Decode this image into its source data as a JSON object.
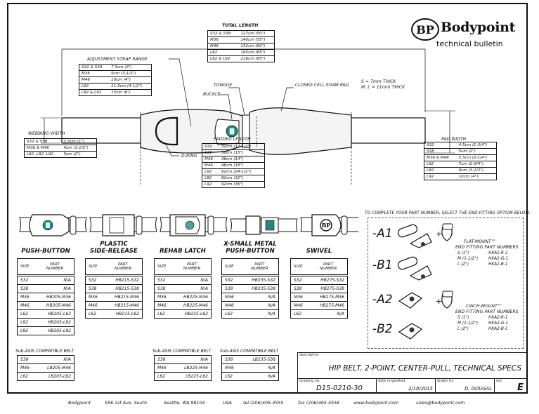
{
  "brand": {
    "name": "Bodypoint",
    "registered": "®",
    "subtitle": "technical bulletin",
    "logo_mark": "BP"
  },
  "diagram": {
    "labels": {
      "total_length": "TOTAL LENGTH",
      "adjustment_strap_range": "ADJUSTMENT STRAP RANGE",
      "tongue": "TONGUE",
      "buckle": "BUCKLE",
      "closed_cell_foam_pad": "CLOSED CELL FOAM PAD",
      "thickness_s": "S = 7mm THICK",
      "thickness_ml": "M, L = 11mm THICK",
      "d_ring": "D-RING",
      "webbing_width": "WEBBING WIDTH",
      "padded_length": "PADDED LENGTH",
      "pad_width": "PAD WIDTH"
    },
    "total_length": [
      {
        "size": "S32 & S38",
        "value": "127cm (50\")"
      },
      {
        "size": "M36",
        "value": "140cm (55\")"
      },
      {
        "size": "M46",
        "value": "152cm (60\")"
      },
      {
        "size": "L62",
        "value": "165cm (65\")"
      },
      {
        "size": "L82 & L92",
        "value": "216cm (85\")"
      }
    ],
    "adjustment_strap_range": [
      {
        "size": "S32 & S38",
        "value": "7.5cm (3\")"
      },
      {
        "size": "M36",
        "value": "9cm (3-1/2\")"
      },
      {
        "size": "M46",
        "value": "10cm (4\")"
      },
      {
        "size": "L62",
        "value": "11.5cm (4-1/2\")"
      },
      {
        "size": "L82 & L92",
        "value": "15cm (6\")"
      }
    ],
    "webbing_width": [
      {
        "size": "S32 & S38",
        "value": "2.5cm (1\")"
      },
      {
        "size": "M36 & M46",
        "value": "4cm (1-1/2\")"
      },
      {
        "size": "L62, L82, L92",
        "value": "5cm (2\")"
      }
    ],
    "padded_length": [
      {
        "size": "S32",
        "value": "32cm (12-1/2\")"
      },
      {
        "size": "S38",
        "value": "38cm (15\")"
      },
      {
        "size": "M36",
        "value": "36cm (14\")"
      },
      {
        "size": "M46",
        "value": "46cm (18\")"
      },
      {
        "size": "L62",
        "value": "62cm (24-1/2\")"
      },
      {
        "size": "L82",
        "value": "82cm (32\")"
      },
      {
        "size": "L92",
        "value": "92cm (36\")"
      }
    ],
    "pad_width": [
      {
        "size": "S32",
        "value": "4.5cm (1-3/4\")"
      },
      {
        "size": "S38",
        "value": "5cm (2\")"
      },
      {
        "size": "M36 & M46",
        "value": "5.5cm (2-1/4\")"
      },
      {
        "size": "L62",
        "value": "7cm (2-3/4\")"
      },
      {
        "size": "L82",
        "value": "9cm (3-1/2\")"
      },
      {
        "size": "L92",
        "value": "10cm (4\")"
      }
    ],
    "accent_color": "#1f8a80"
  },
  "buckles": {
    "header_size": "SIZE",
    "header_part_1": "PART",
    "header_part_2": "NUMBER",
    "sub_asis_title": "Sub-ASIS COMPATIBLE BELT",
    "types": [
      {
        "title1": "",
        "title2": "PUSH-BUTTON",
        "rows": [
          [
            "S32",
            "N/A"
          ],
          [
            "S38",
            "N/A"
          ],
          [
            "M36",
            "HB205-M36"
          ],
          [
            "M46",
            "HB205-M46"
          ],
          [
            "L62",
            "HB205-L62"
          ],
          [
            "L82",
            "HB205-L82"
          ],
          [
            "L92",
            "HB205-L92"
          ]
        ],
        "sub_asis": [
          [
            "S38",
            "N/A"
          ],
          [
            "M46",
            "LB205-M46"
          ],
          [
            "L62",
            "LB205-L62"
          ]
        ]
      },
      {
        "title1": "PLASTIC",
        "title2": "SIDE-RELEASE",
        "rows": [
          [
            "S32",
            "HB215-S32"
          ],
          [
            "S38",
            "HB215-S38"
          ],
          [
            "M36",
            "HB215-M36"
          ],
          [
            "M46",
            "HB215-M46"
          ],
          [
            "L62",
            "HB215-L62"
          ]
        ]
      },
      {
        "title1": "",
        "title2": "REHAB LATCH",
        "rows": [
          [
            "S32",
            "N/A"
          ],
          [
            "S38",
            "N/A"
          ],
          [
            "M36",
            "HB225-M36"
          ],
          [
            "M46",
            "HB225-M46"
          ],
          [
            "L62",
            "HB225-L62"
          ]
        ],
        "sub_asis": [
          [
            "S38",
            "N/A"
          ],
          [
            "M46",
            "LB225-M46"
          ],
          [
            "L62",
            "LB225-L62"
          ]
        ]
      },
      {
        "title1": "X-SMALL METAL",
        "title2": "PUSH-BUTTON",
        "rows": [
          [
            "S32",
            "HB235-S32"
          ],
          [
            "S38",
            "HB235-S38"
          ],
          [
            "M36",
            "N/A"
          ],
          [
            "M46",
            "N/A"
          ],
          [
            "L62",
            "N/A"
          ]
        ],
        "sub_asis": [
          [
            "S38",
            "LB235-S38"
          ],
          [
            "M46",
            "N/A"
          ],
          [
            "L62",
            "N/A"
          ]
        ]
      },
      {
        "title1": "",
        "title2": "SWIVEL",
        "rows": [
          [
            "S32",
            "HB275-S32"
          ],
          [
            "S38",
            "HB275-S38"
          ],
          [
            "M36",
            "HB275-M36"
          ],
          [
            "M46",
            "HB275-M46"
          ],
          [
            "L62",
            "N/A"
          ]
        ]
      }
    ]
  },
  "end_fittings": {
    "instruction": "TO COMPLETE YOUR PART NUMBER, SELECT THE END-FITTING OPTION BELOW:",
    "options": [
      "-A1",
      "-B1",
      "-A2",
      "-B2"
    ],
    "plus": "+",
    "flat_mount": {
      "title": "FLAT-MOUNT™",
      "subtitle": "END FITTING PART NUMBERS",
      "rows": [
        [
          "S (1\")",
          "HKA1-R-1"
        ],
        [
          "M (1-1/2\")",
          "HKA1-G-1"
        ],
        [
          "L (2\")",
          "HKA1-B-1"
        ]
      ]
    },
    "cinch_mount": {
      "title": "CINCH-MOUNT™",
      "subtitle": "END FITTING PART NUMBERS",
      "rows": [
        [
          "S (1\")",
          "HKA2-R-1"
        ],
        [
          "M (1-1/2\")",
          "HKA2-G-1"
        ],
        [
          "L (2\")",
          "HKA2-B-1"
        ]
      ]
    }
  },
  "title_block": {
    "description_label": "description",
    "description": "HIP BELT, 2-POINT, CENTER-PULL, TECHNICAL SPECS",
    "drawing_no_label": "drawing no.",
    "drawing_no": "D15-0210-30",
    "date_label": "date originated",
    "date": "2/10/2015",
    "drawn_by_label": "drawn by",
    "drawn_by": "D. DOUGAL",
    "rev_label": "rev.",
    "rev": "E"
  },
  "footer": {
    "company": "Bodypoint",
    "address": "558 1st Ave. South",
    "city": "Seattle, WA 98104",
    "country": "USA",
    "tel": "tel  (206)405-4555",
    "fax": "fax (206)405-4556",
    "web": "www.bodypoint.com",
    "email": "sales@bodypoint.com"
  }
}
